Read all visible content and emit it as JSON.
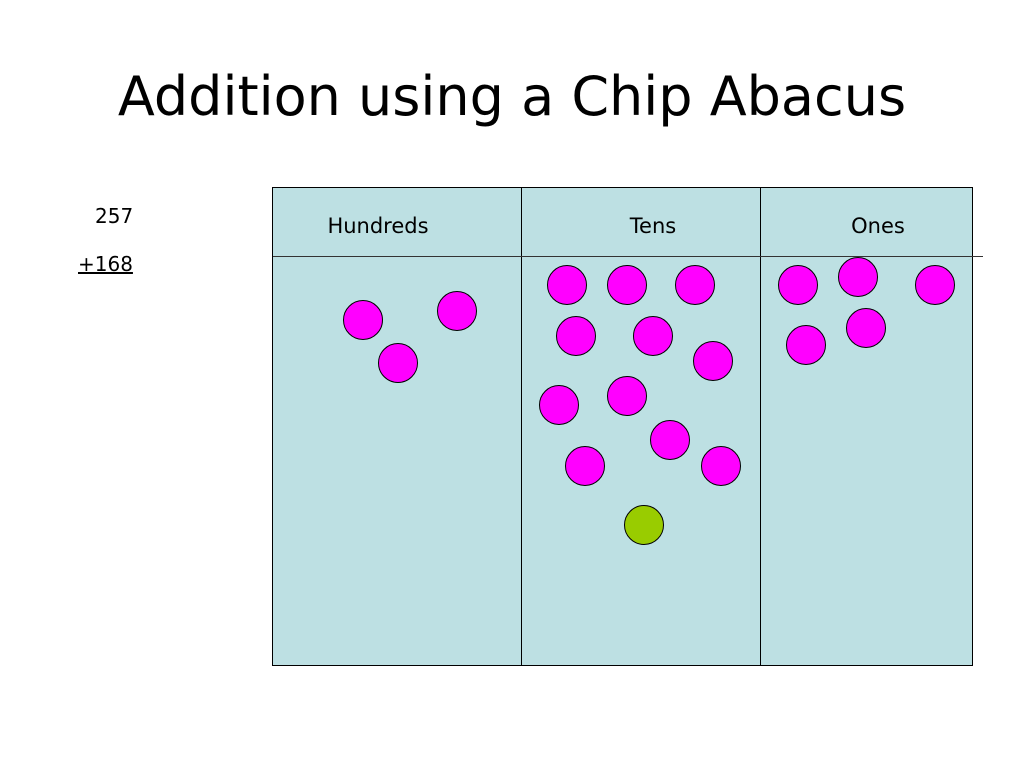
{
  "slide": {
    "title": "Addition using a Chip Abacus",
    "addend_1": "257",
    "addend_2": "+168"
  },
  "abacus": {
    "columns": [
      {
        "label": "Hundreds",
        "chips": 3
      },
      {
        "label": "Tens",
        "chips": 12,
        "extra_chip": 1
      },
      {
        "label": "Ones",
        "chips": 5
      }
    ],
    "board_color": "#bde0e3",
    "chip_color": "#ff00ff",
    "extra_chip_color": "#99cc00"
  }
}
